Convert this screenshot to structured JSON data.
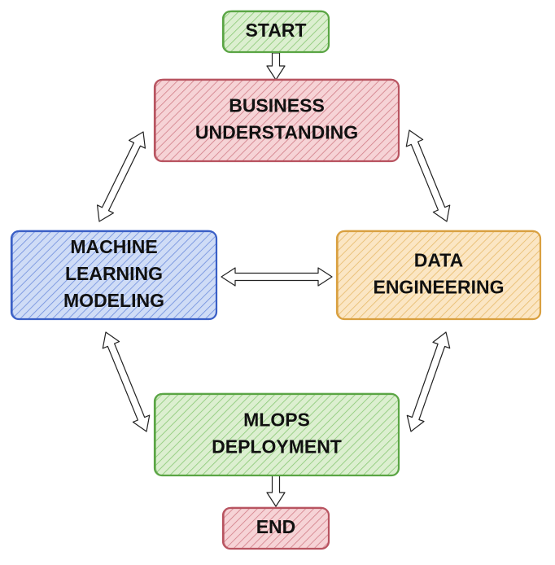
{
  "nodes": {
    "start": {
      "lines": [
        "START"
      ],
      "fill": "#dcefd0",
      "stroke": "#5aa544",
      "hatch": "#6dbb55"
    },
    "business": {
      "lines": [
        "BUSINESS",
        "UNDERSTANDING"
      ],
      "fill": "#f6d3d6",
      "stroke": "#b85460",
      "hatch": "#c4606c"
    },
    "ml": {
      "lines": [
        "MACHINE",
        "LEARNING",
        "MODELING"
      ],
      "fill": "#cfdcf6",
      "stroke": "#3a5fc6",
      "hatch": "#4d72d4"
    },
    "data": {
      "lines": [
        "DATA",
        "ENGINEERING"
      ],
      "fill": "#fbe6c4",
      "stroke": "#d9a040",
      "hatch": "#e0ab4c"
    },
    "mlops": {
      "lines": [
        "MLOPS",
        "DEPLOYMENT"
      ],
      "fill": "#dcefd0",
      "stroke": "#5aa544",
      "hatch": "#6dbb55"
    },
    "end": {
      "lines": [
        "END"
      ],
      "fill": "#f6d3d6",
      "stroke": "#b85460",
      "hatch": "#c4606c"
    }
  },
  "edges": [
    {
      "from": "start",
      "to": "business",
      "direction": "forward"
    },
    {
      "from": "business",
      "to": "data",
      "direction": "both"
    },
    {
      "from": "data",
      "to": "ml",
      "direction": "both"
    },
    {
      "from": "ml",
      "to": "business",
      "direction": "both"
    },
    {
      "from": "ml",
      "to": "mlops",
      "direction": "both"
    },
    {
      "from": "mlops",
      "to": "data",
      "direction": "both"
    },
    {
      "from": "mlops",
      "to": "end",
      "direction": "forward"
    }
  ]
}
